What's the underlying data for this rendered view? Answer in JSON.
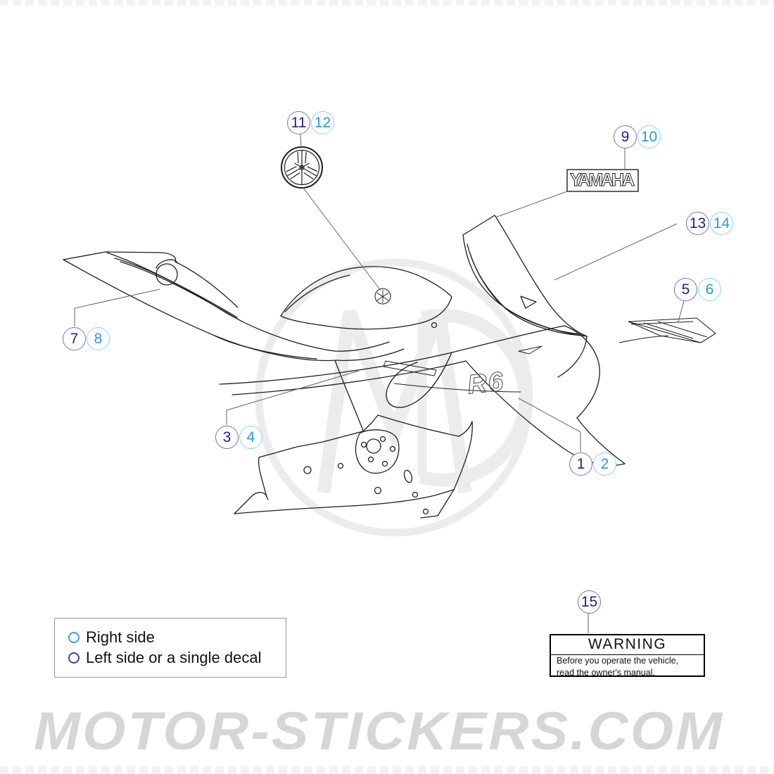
{
  "watermark": {
    "brand_text": "MOTOR-STICKERS.COM",
    "logo_monogram": "M"
  },
  "callouts": [
    {
      "primary": "1",
      "secondary": "2"
    },
    {
      "primary": "3",
      "secondary": "4"
    },
    {
      "primary": "5",
      "secondary": "6"
    },
    {
      "primary": "7",
      "secondary": "8"
    },
    {
      "primary": "9",
      "secondary": "10"
    },
    {
      "primary": "11",
      "secondary": "12"
    },
    {
      "primary": "13",
      "secondary": "14"
    },
    {
      "primary": "15"
    }
  ],
  "legend": {
    "items": [
      {
        "label": "Right side",
        "marker": "light-blue-circle",
        "marker_color": "#3ba0e0"
      },
      {
        "label": "Left side or a single decal",
        "marker": "navy-circle",
        "marker_color": "#4a3f98"
      }
    ]
  },
  "warning_label": {
    "title": "WARNING",
    "body_line1": "Before you operate the vehicle,",
    "body_line2": "read the owner's manual."
  },
  "decals": {
    "yamaha_logo_text": "YAMAHA",
    "model_text": "R6",
    "emblem": "yamaha-tuning-fork-emblem"
  },
  "colors": {
    "navy_number": "#22218f",
    "navy_ring": "#7b72b8",
    "blue_number": "#2e97dc",
    "blue_ring": "#8ad4f2",
    "leader_line": "#666666",
    "line_art": "#1f1f1f",
    "watermark_gray": "#d6d6d6"
  }
}
